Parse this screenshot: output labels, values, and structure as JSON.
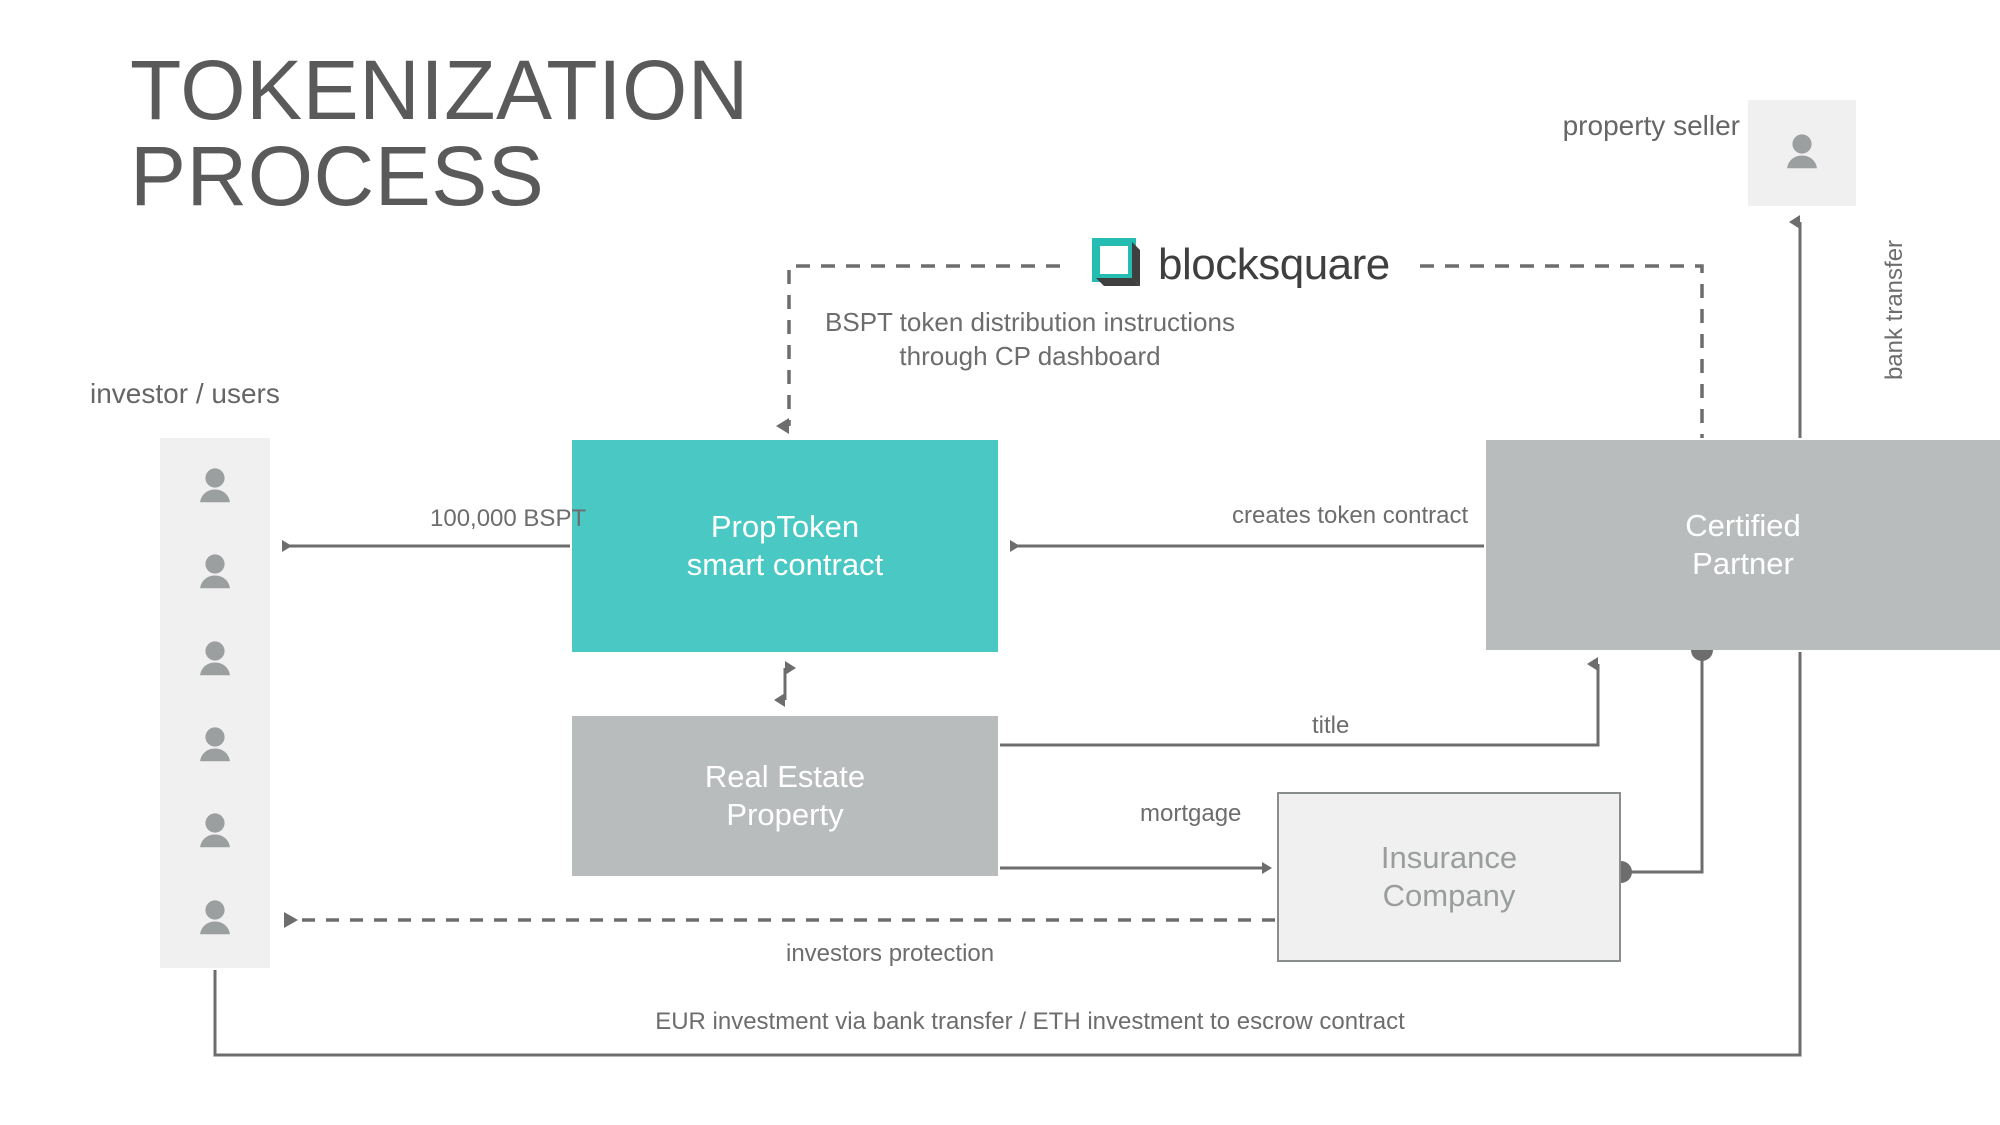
{
  "title": {
    "line1": "TOKENIZATION",
    "line2": "PROCESS"
  },
  "brand": {
    "wordmark": "blocksquare",
    "mark_icon": "blocksquare-cube-icon",
    "teal": "#4ac8c3",
    "dark": "#3f3f3f"
  },
  "labels": {
    "investor_users": "investor / users",
    "property_seller": "property seller",
    "bank_transfer": "bank transfer",
    "bspt_note": "BSPT token distribution instructions through CP dashboard"
  },
  "nodes": {
    "proptoken": {
      "line1": "PropToken",
      "line2": "smart contract",
      "fill": "#4ac8c3",
      "text": "#ffffff"
    },
    "realestate": {
      "line1": "Real Estate",
      "line2": "Property",
      "fill": "#b9bcbd",
      "text": "#ffffff"
    },
    "certified": {
      "line1": "Certified",
      "line2": "Partner",
      "fill": "#b9bcbd",
      "text": "#ffffff"
    },
    "insurance": {
      "line1": "Insurance",
      "line2": "Company",
      "fill": "#f0f0f0",
      "text": "#9a9d9e",
      "border": "#8a8d8e"
    }
  },
  "edges": {
    "bspt_amount": "100,000 BSPT",
    "creates_token_contract": "creates token contract",
    "title": "title",
    "mortgage": "mortgage",
    "investors_protection": "investors protection",
    "eur_eth_investment": "EUR investment via bank transfer / ETH investment to escrow contract"
  },
  "icons": {
    "person": "person-icon",
    "investor_count": 6
  },
  "colors": {
    "background": "#ffffff",
    "line": "#6d6d6d",
    "panel": "#f0f0f0",
    "title_text": "#5a5a5a"
  }
}
